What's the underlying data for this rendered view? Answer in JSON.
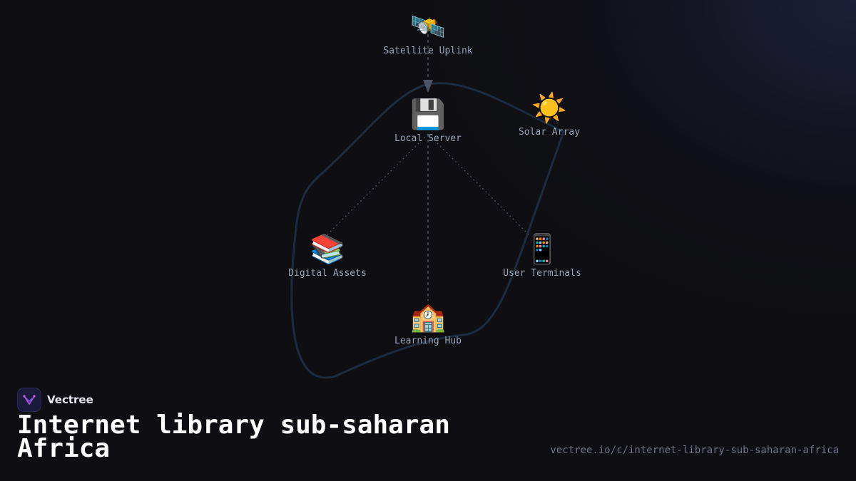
{
  "diagram": {
    "nodes": [
      {
        "id": "satellite",
        "icon": "satellite-icon",
        "emoji": "🛰️",
        "label": "Satellite Uplink"
      },
      {
        "id": "server",
        "icon": "floppy-disk-icon",
        "emoji": "💾",
        "label": "Local Server"
      },
      {
        "id": "solar",
        "icon": "sun-icon",
        "emoji": "☀️",
        "label": "Solar Array"
      },
      {
        "id": "assets",
        "icon": "books-icon",
        "emoji": "📚",
        "label": "Digital Assets"
      },
      {
        "id": "terminals",
        "icon": "mobile-phone-icon",
        "emoji": "📱",
        "label": "User Terminals"
      },
      {
        "id": "hub",
        "icon": "school-icon",
        "emoji": "🏫",
        "label": "Learning Hub"
      }
    ],
    "edges": [
      {
        "from": "satellite",
        "to": "server",
        "style": "dashed",
        "arrow": true
      },
      {
        "from": "server",
        "to": "assets",
        "style": "dotted",
        "arrow": false
      },
      {
        "from": "server",
        "to": "hub",
        "style": "dashed",
        "arrow": false
      },
      {
        "from": "server",
        "to": "terminals",
        "style": "dotted",
        "arrow": false
      }
    ],
    "colors": {
      "edge": "#4b5466",
      "loop": "#1e2a3d",
      "arrow": "#4b5466"
    }
  },
  "brand": {
    "name": "Vectree",
    "icon": "vectree-logo-icon",
    "accent": "#a24bd6"
  },
  "title": "Internet library sub-saharan Africa",
  "url": "vectree.io/c/internet-library-sub-saharan-africa"
}
